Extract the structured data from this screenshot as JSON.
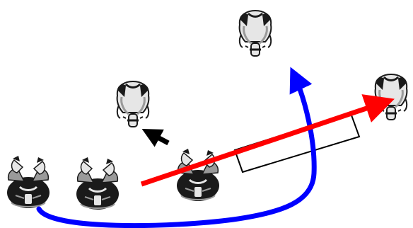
{
  "colors": {
    "background": "#ffffff",
    "forward_arrow": "#ff0000",
    "curved_path": "#0000ff",
    "small_arrow": "#000000",
    "box_stroke": "#000000",
    "figure_dark": "#1a1a1a",
    "figure_mid": "#9a9a9a",
    "figure_light": "#e6e6e6"
  },
  "scene": {
    "standing_figures": 3,
    "crouching_figures": 3,
    "annotations": [
      "forward-arrow",
      "curved-path-arrow",
      "small-direction-arrow",
      "rectangle-outline"
    ]
  }
}
